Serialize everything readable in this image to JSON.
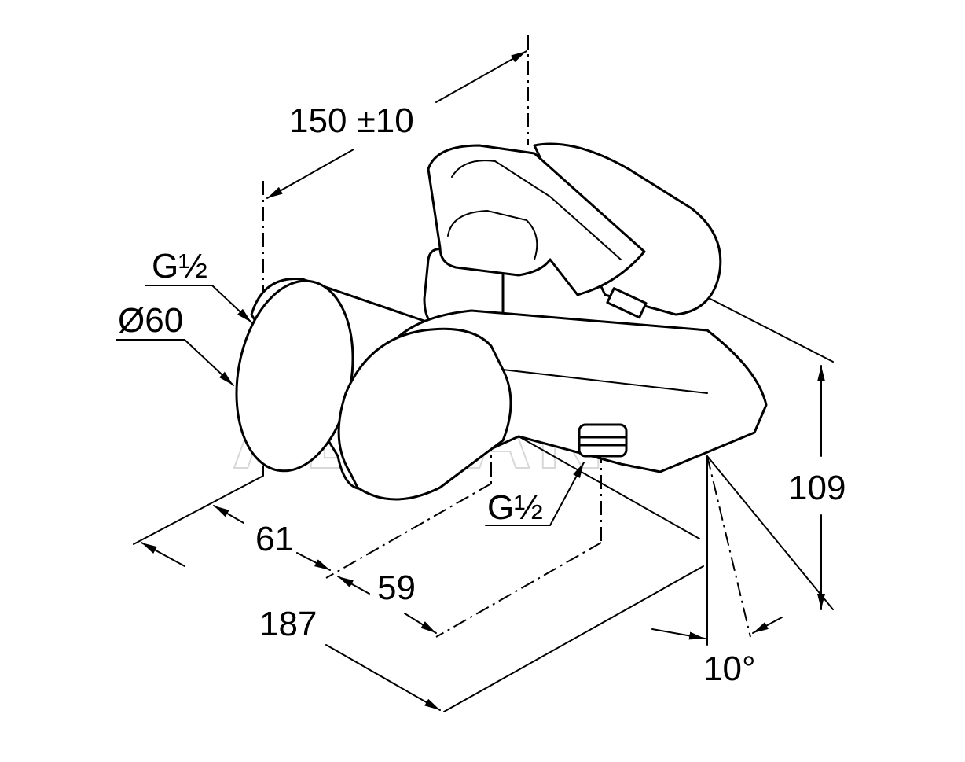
{
  "watermark": "ABITANT",
  "dimensions": {
    "spacing": "150 ±10",
    "thread_left": "G½",
    "diameter": "Ø60",
    "thread_outlet": "G½",
    "depth_total": "187",
    "depth_a": "61",
    "depth_b": "59",
    "height": "109",
    "angle": "10°"
  },
  "colors": {
    "line": "#000000",
    "background": "#ffffff"
  }
}
